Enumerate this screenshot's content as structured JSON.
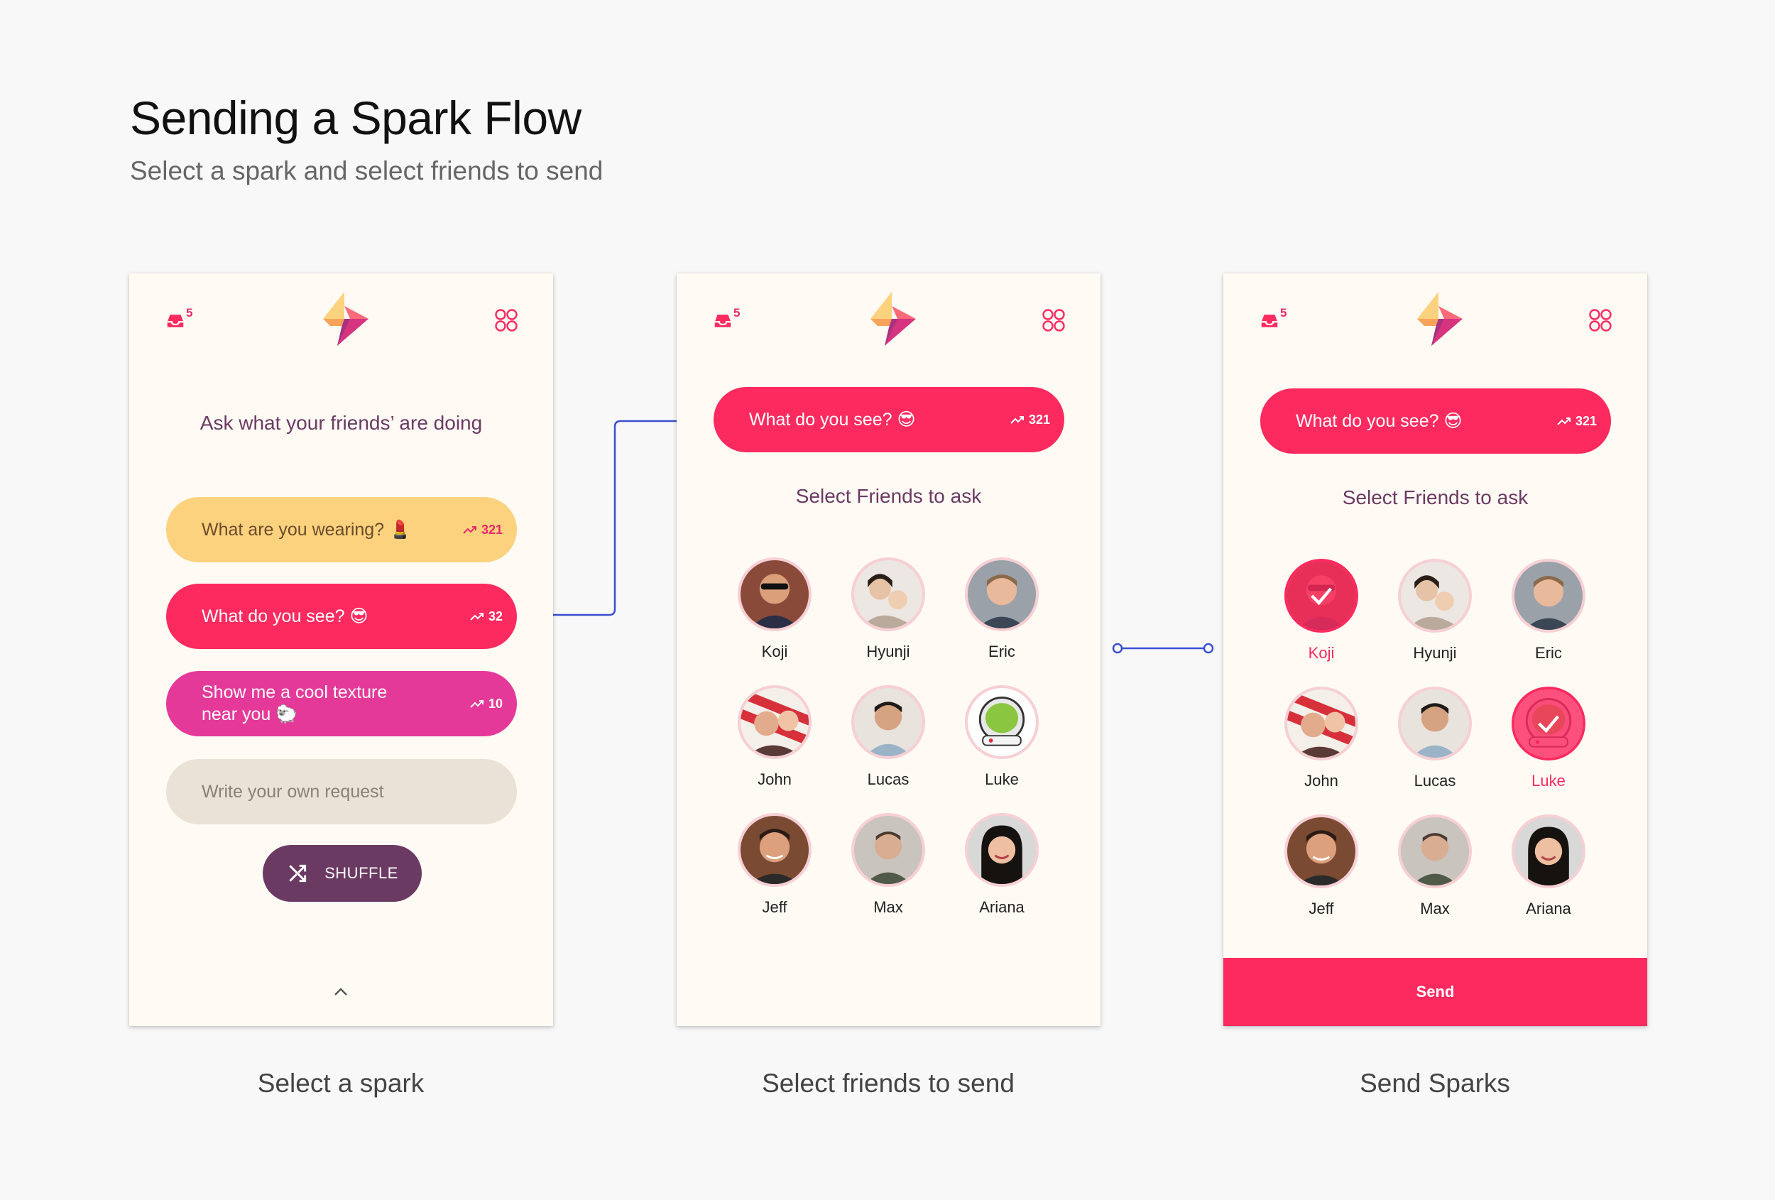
{
  "header": {
    "title": "Sending a Spark Flow",
    "subtitle": "Select a spark and select friends to send"
  },
  "colors": {
    "accent_pink": "#fd2a5f",
    "magenta": "#e5399a",
    "yellow": "#fdd27e",
    "plum": "#6b3a63",
    "connector_blue": "#3a4fd1"
  },
  "screen1": {
    "inbox_badge": "5",
    "heading": "Ask what your friends’ are doing",
    "sparks": [
      {
        "text": "What are you wearing? 💄",
        "count": "321"
      },
      {
        "text": "What do you see? 😎",
        "count": "32"
      },
      {
        "text": "Show me a cool texture near you 🐑",
        "count": "10"
      }
    ],
    "input_placeholder": "Write your own request",
    "shuffle_label": "SHUFFLE",
    "caption": "Select a spark"
  },
  "screen2": {
    "inbox_badge": "5",
    "spark": {
      "text": "What do you see? 😎",
      "count": "321"
    },
    "heading": "Select Friends to ask",
    "friends": [
      "Koji",
      "Hyunji",
      "Eric",
      "John",
      "Lucas",
      "Luke",
      "Jeff",
      "Max",
      "Ariana"
    ],
    "caption": "Select friends to send"
  },
  "screen3": {
    "inbox_badge": "5",
    "spark": {
      "text": "What do you see? 😎",
      "count": "321"
    },
    "heading": "Select Friends to ask",
    "friends": [
      "Koji",
      "Hyunji",
      "Eric",
      "John",
      "Lucas",
      "Luke",
      "Jeff",
      "Max",
      "Ariana"
    ],
    "selected": [
      "Koji",
      "Luke"
    ],
    "send_label": "Send",
    "caption": "Send Sparks"
  }
}
